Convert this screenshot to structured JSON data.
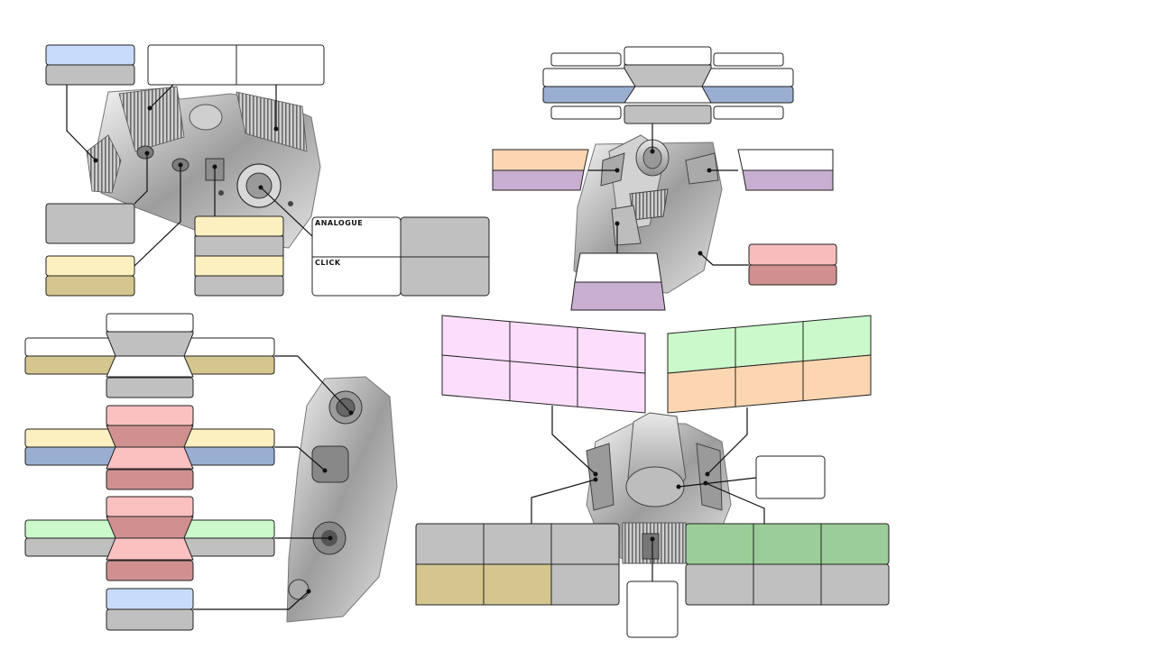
{
  "labels": {
    "analogue": "ANALOGUE",
    "click": "CLICK"
  },
  "colors": {
    "stroke": "#222222",
    "leader": "#111111",
    "white": "#ffffff",
    "gray": "#c0c0c0",
    "light_blue": "#c9dbfb",
    "slate_blue": "#9aaed2",
    "light_yellow": "#fdf0c0",
    "khaki": "#d4c68e",
    "peach": "#fcd6b2",
    "lavender": "#c8aed0",
    "light_pink": "#f9bcbc",
    "dusty_pink": "#d09090",
    "pink_light": "#fbc0c0",
    "magenta_light": "#fcdefc",
    "mint": "#cbf9cb",
    "green": "#9acd98",
    "device_shade": "#b8b8b8",
    "device_dark": "#555555"
  },
  "diagram": {
    "sections": [
      "throttle-top-left",
      "hat-switch-top-right",
      "throttle-side-left",
      "joystick-base-bottom-right"
    ]
  }
}
